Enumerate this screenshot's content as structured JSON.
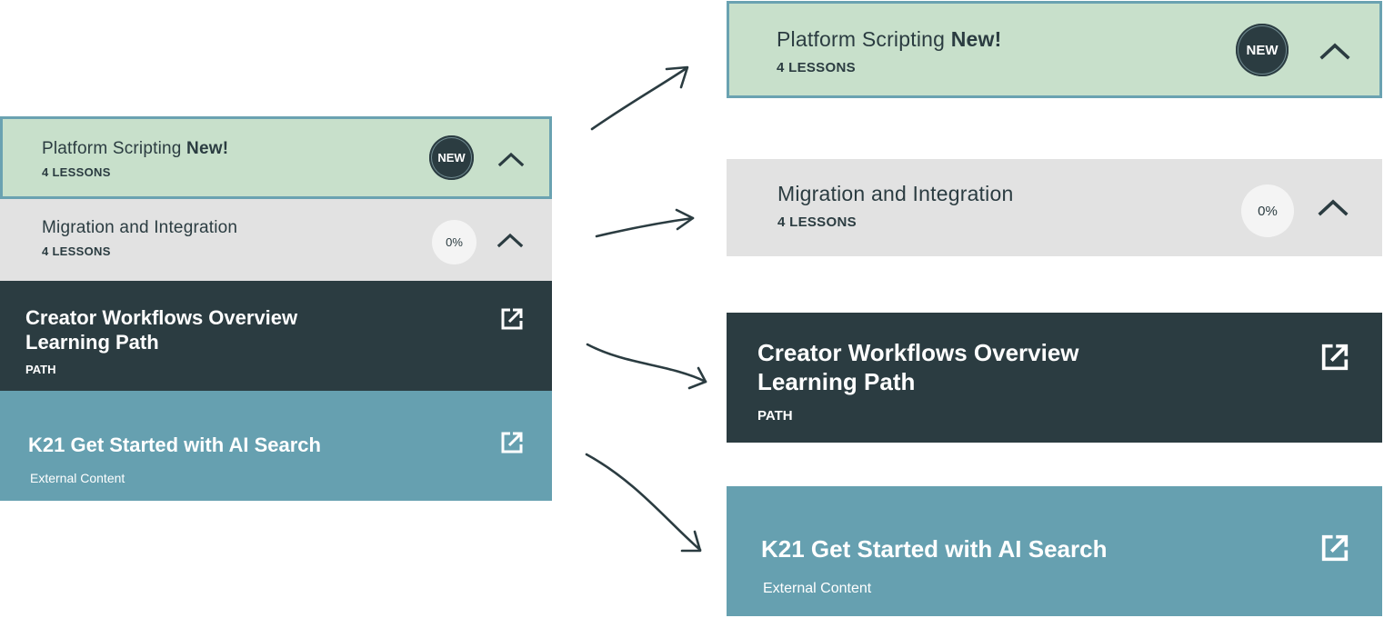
{
  "cards": {
    "platform": {
      "title": "Platform Scripting",
      "title_suffix": "New!",
      "subtitle": "4 LESSONS",
      "badge": "NEW",
      "chevron_icon": "chevron-up-icon"
    },
    "migration": {
      "title": "Migration and Integration",
      "subtitle": "4 LESSONS",
      "badge": "0%",
      "chevron_icon": "chevron-up-icon"
    },
    "creator": {
      "title_line1": "Creator Workflows Overview",
      "title_line2": "Learning Path",
      "tag": "PATH",
      "icon": "external-link-icon"
    },
    "k21": {
      "title": "K21 Get Started with AI Search",
      "caption": "External Content",
      "icon": "external-link-icon"
    }
  },
  "colors": {
    "green_card": "#c8e0cb",
    "green_border": "#6aa2b1",
    "gray_card": "#e2e2e2",
    "dark_card": "#2b3c41",
    "teal_card": "#66a0b0",
    "arrow": "#2b3c41"
  }
}
